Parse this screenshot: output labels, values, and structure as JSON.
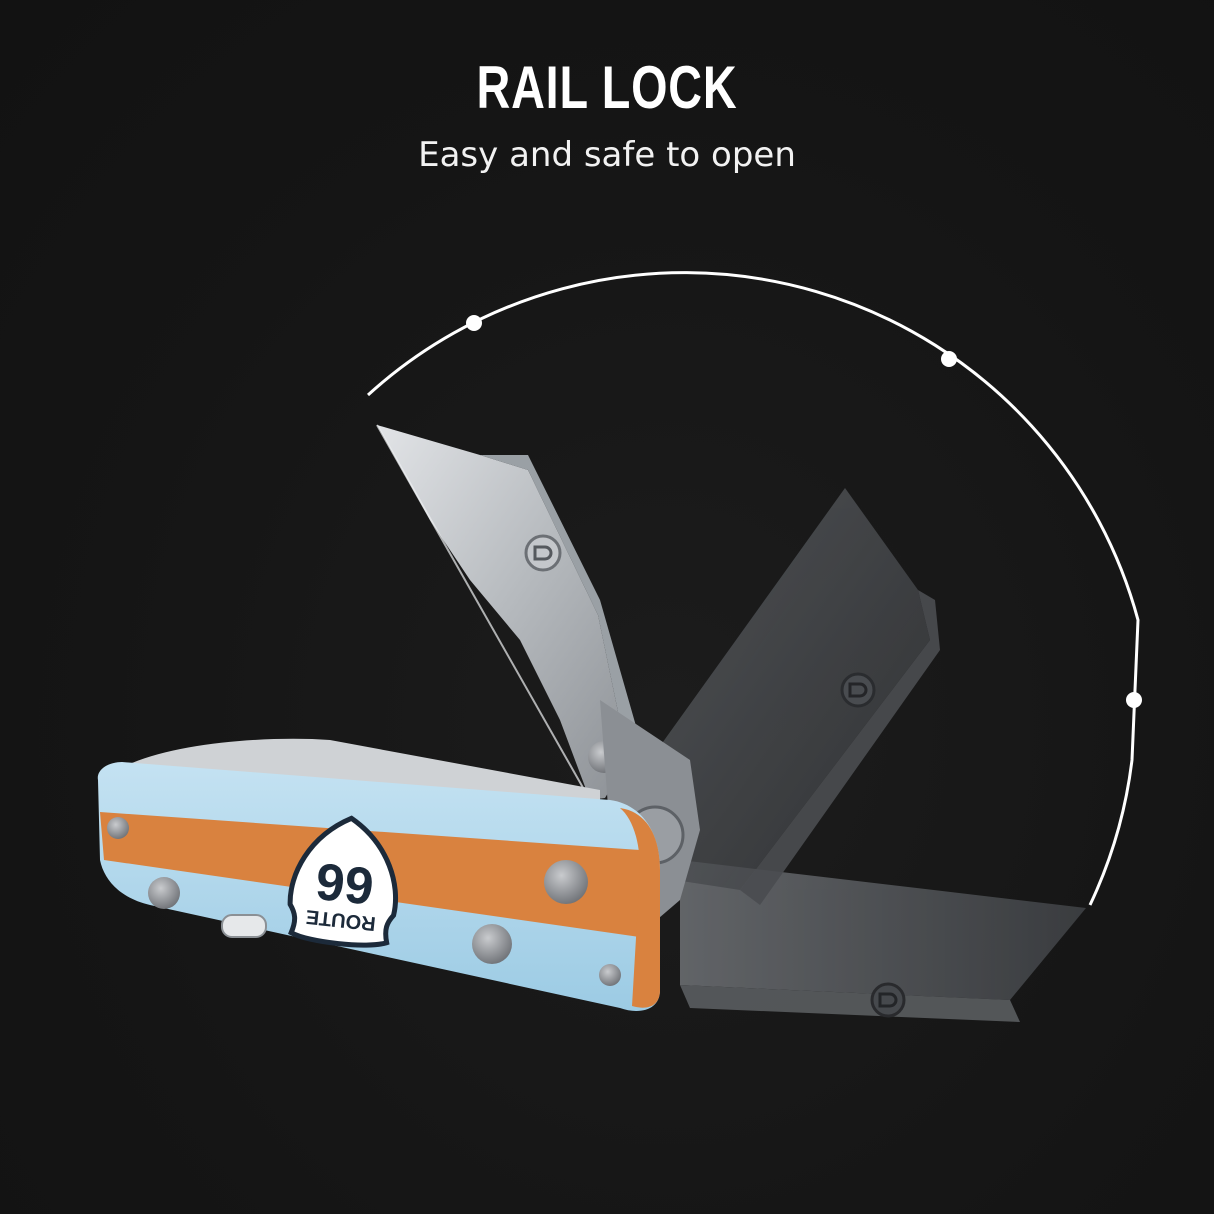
{
  "headline": "RAIL LOCK",
  "subline": "Easy and safe to open",
  "badge": {
    "number": "66",
    "word": "ROUTE"
  },
  "colors": {
    "background": "#161616",
    "handle_blue": "#a9d3ea",
    "handle_stripe": "#d9823f",
    "blade_steel": "#b9bdc2",
    "arc": "#ffffff"
  }
}
